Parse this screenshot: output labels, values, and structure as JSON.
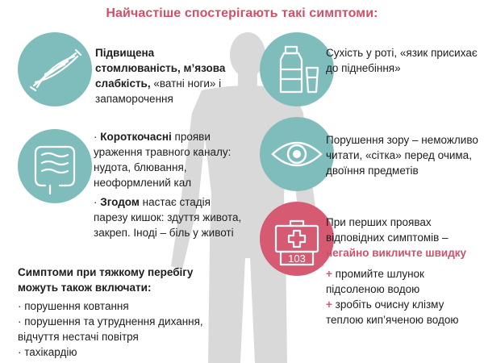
{
  "title": "Найчастіше спостерігають такі симптоми:",
  "colors": {
    "accent": "#d0506a",
    "teal": "#7fbdbc",
    "silhouette": "#d9d9d9"
  },
  "icons": [
    "muscle-icon",
    "intestine-icon",
    "water-bottle-icon",
    "eye-icon",
    "first-aid-kit-icon"
  ],
  "block1": {
    "bold": "Підвищена стомлюваність, м’язова слабкість,",
    "rest": " «ватні ноги» і запаморочення"
  },
  "block2": {
    "p1_bullet": "· ",
    "p1_bold": "Короткочасні",
    "p1_rest": " прояви ураження травного каналу: нудота, блювання, неоформлений кал",
    "p2_bullet": "· ",
    "p2_bold": "Згодом",
    "p2_rest": " настає стадія парезу кишок: здуття живота, закреп. Іноді – біль у животі"
  },
  "block3": {
    "text": "Сухість у роті, «язик присихає до піднебіння»"
  },
  "block4": {
    "text": "Порушення зору – неможливо читати, «сітка» перед очима, двоїння предметів"
  },
  "block5": {
    "text": "При перших проявах відповідних симптомів –",
    "bold": "негайно викличте швидку",
    "kit_number": "103",
    "actions": [
      {
        "plus": "+",
        "text": " промийте шлунок підсоленою водою"
      },
      {
        "plus": "+",
        "text": " зробіть очисну клізму теплою кип’яченою водою"
      }
    ]
  },
  "severe": {
    "heading": "Симптоми при тяжкому перебігу можуть також включати:",
    "items": [
      "· порушення ковтання",
      "· порушення та утруднення дихання, відчуття нестачі повітря",
      "· тахікардію"
    ]
  }
}
